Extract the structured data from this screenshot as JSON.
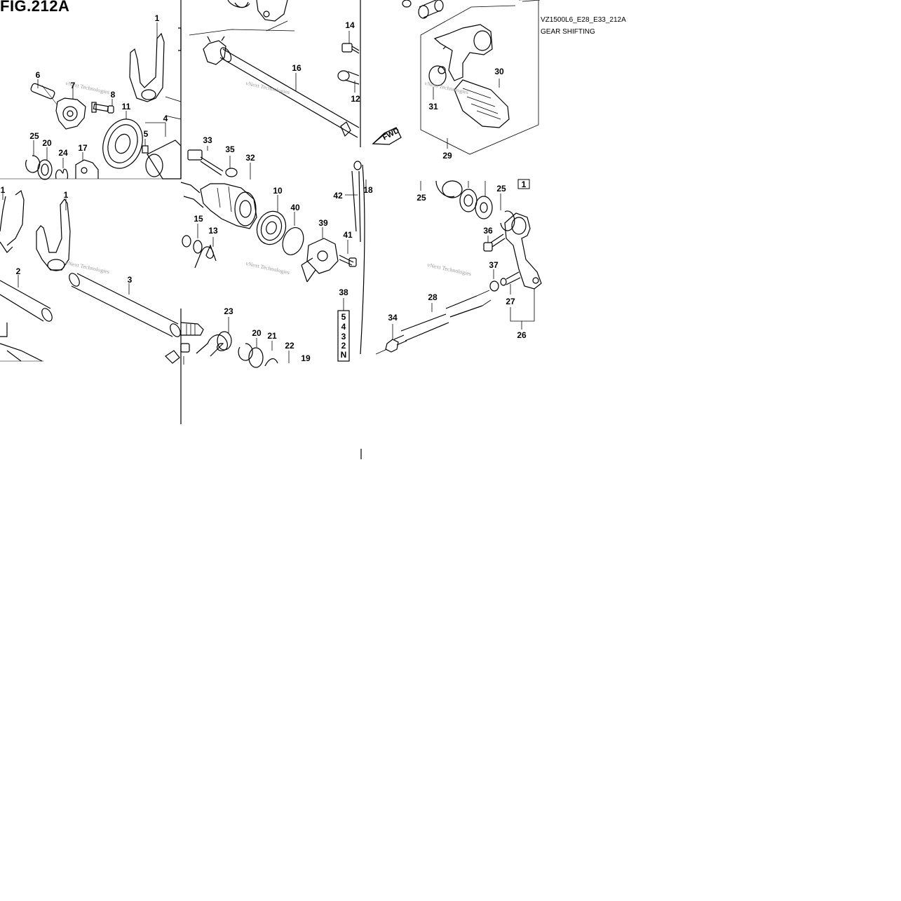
{
  "header": {
    "figure_title": "FIG.212A",
    "diagram_code": "VZ1500L6_E28_E33_212A",
    "diagram_name": "GEAR SHIFTING"
  },
  "fwd_label": "FWD",
  "watermark": "vNext Technologies",
  "gear_indicator": [
    "5",
    "4",
    "3",
    "2",
    "N"
  ],
  "callouts": [
    "1",
    "6",
    "7",
    "8",
    "11",
    "4",
    "5",
    "25",
    "20",
    "24",
    "17",
    "1",
    "1",
    "2",
    "3",
    "16",
    "14",
    "12",
    "33",
    "35",
    "32",
    "10",
    "40",
    "15",
    "13",
    "39",
    "41",
    "23",
    "20",
    "21",
    "22",
    "19",
    "38",
    "42",
    "18",
    "30",
    "31",
    "29",
    "25",
    "25",
    "36",
    "37",
    "27",
    "26",
    "28",
    "34",
    "1"
  ],
  "colors": {
    "line": "#000000",
    "watermark": "#9a9a9a",
    "background": "#ffffff"
  }
}
